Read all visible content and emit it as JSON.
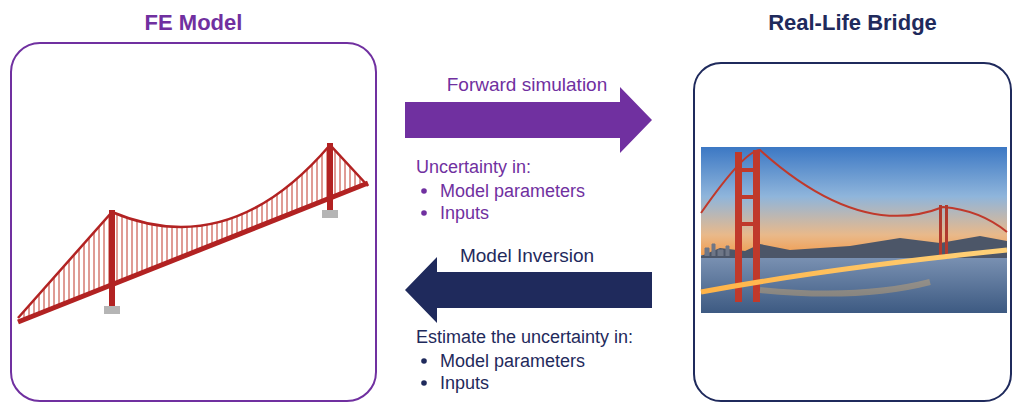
{
  "diagram": {
    "nodes": [
      {
        "text": [
          "FE Model"
        ]
      },
      {
        "text": [
          "Real-Life Bridge"
        ]
      }
    ],
    "edges": [
      {
        "from": 0,
        "to": 1,
        "arrow": "to",
        "label": "Forward simulation"
      },
      {
        "from": 1,
        "to": 0,
        "arrow": "to",
        "label": "Model Inversion"
      }
    ],
    "labels": [
      "Uncertainty in:",
      "Model parameters",
      "Inputs",
      "Estimate the uncertainty in:",
      "Model parameters",
      "Inputs"
    ]
  }
}
